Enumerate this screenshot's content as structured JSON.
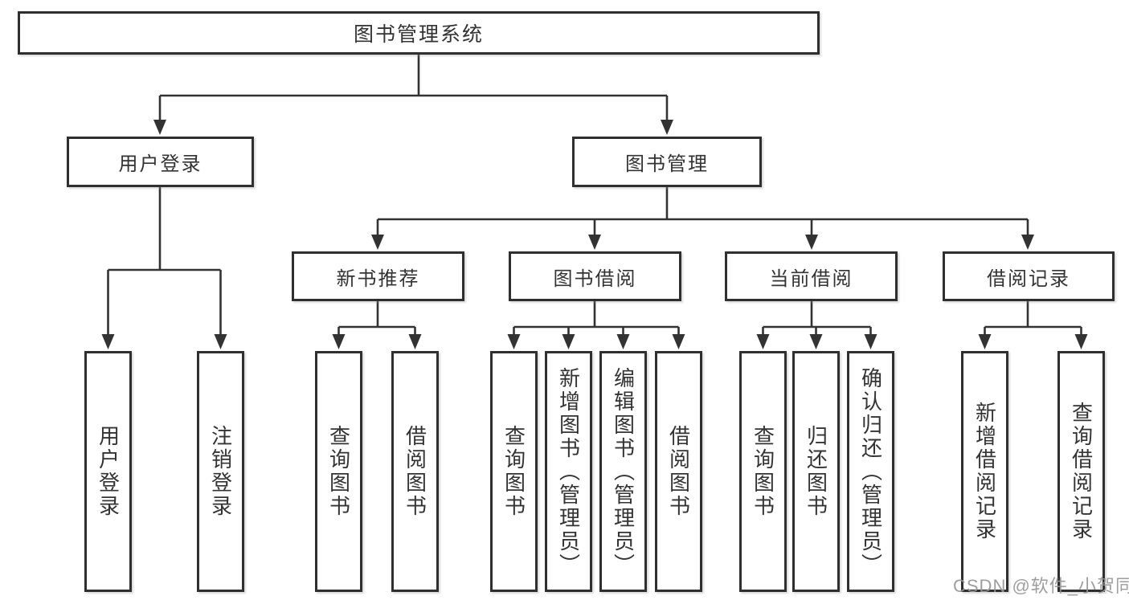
{
  "diagram": {
    "tree": {
      "label": "图书管理系统",
      "children": [
        {
          "label": "用户登录",
          "children": [
            {
              "label": "用户登录"
            },
            {
              "label": "注销登录"
            }
          ]
        },
        {
          "label": "图书管理",
          "children": [
            {
              "label": "新书推荐",
              "children": [
                {
                  "label": "查询图书"
                },
                {
                  "label": "借阅图书"
                }
              ]
            },
            {
              "label": "图书借阅",
              "children": [
                {
                  "label": "查询图书"
                },
                {
                  "label": "新增图书（管理员）"
                },
                {
                  "label": "编辑图书（管理员）"
                },
                {
                  "label": "借阅图书"
                }
              ]
            },
            {
              "label": "当前借阅",
              "children": [
                {
                  "label": "查询图书"
                },
                {
                  "label": "归还图书"
                },
                {
                  "label": "确认归还（管理员）"
                }
              ]
            },
            {
              "label": "借阅记录",
              "children": [
                {
                  "label": "新增借阅记录"
                },
                {
                  "label": "查询借阅记录"
                }
              ]
            }
          ]
        }
      ]
    },
    "colors": {
      "line": "#333333",
      "text": "#333333",
      "box_background": "#ffffff",
      "page_background": "#ffffff",
      "watermark": "#969696"
    },
    "watermark": "CSDN @软件_小贺同学"
  }
}
